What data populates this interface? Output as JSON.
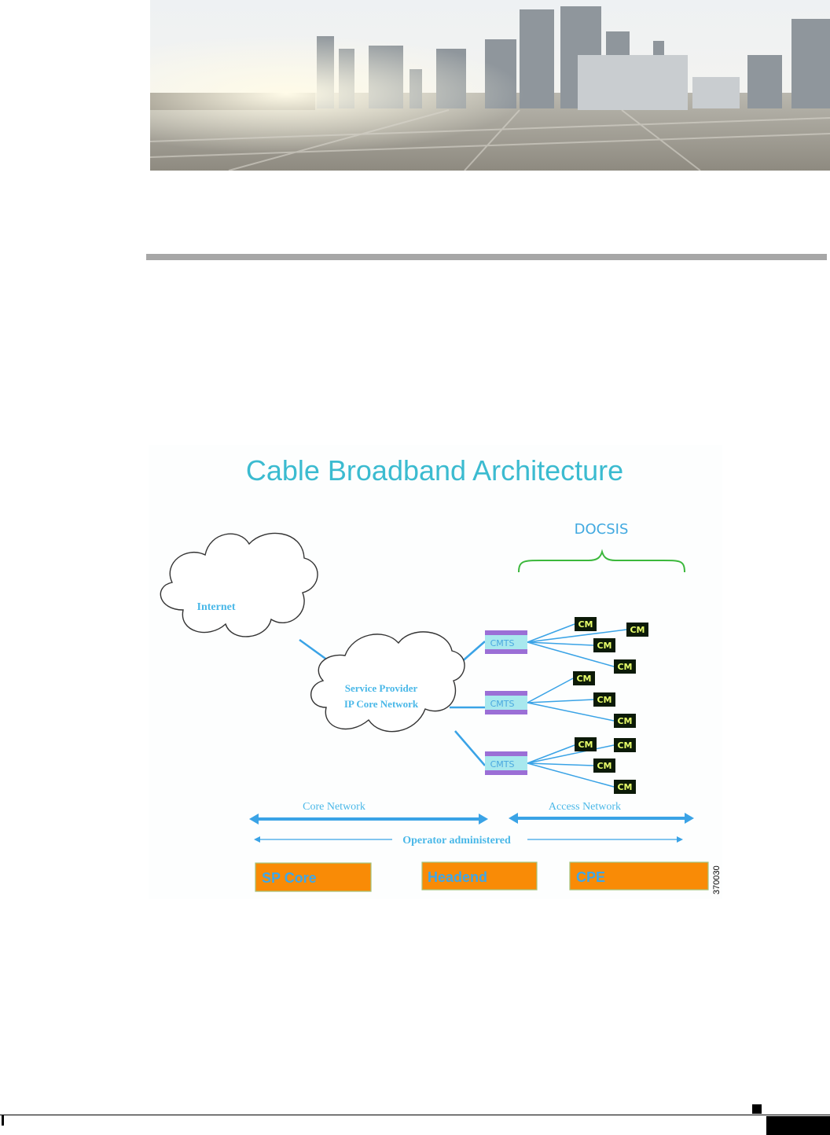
{
  "diagram": {
    "title": "Cable Broadband Architecture",
    "docsis_label": "DOCSIS",
    "internet_label": "Internet",
    "sp_label_line1": "Service Provider",
    "sp_label_line2": "IP Core Network",
    "cmts_label": "CMTS",
    "cm_label": "CM",
    "core_network_label": "Core Network",
    "access_network_label": "Access Network",
    "operator_label": "Operator administered",
    "sp_core_label": "SP Core",
    "headend_label": "Headend",
    "cpe_label": "CPE",
    "figure_id": "370030",
    "colors": {
      "title": "#3bbbd0",
      "docsis": "#41a9e0",
      "brace": "#3cb83c",
      "text": "#4ab8e8",
      "cmts_fill": "#a8e8ee",
      "cmts_cap": "#9b6fd6",
      "cm_bg": "#0c1a08",
      "cm_text": "#e8ff6a",
      "arrow": "#3aa3e6",
      "orange": "#f98b06",
      "orange_text": "#3ea7e8"
    }
  }
}
